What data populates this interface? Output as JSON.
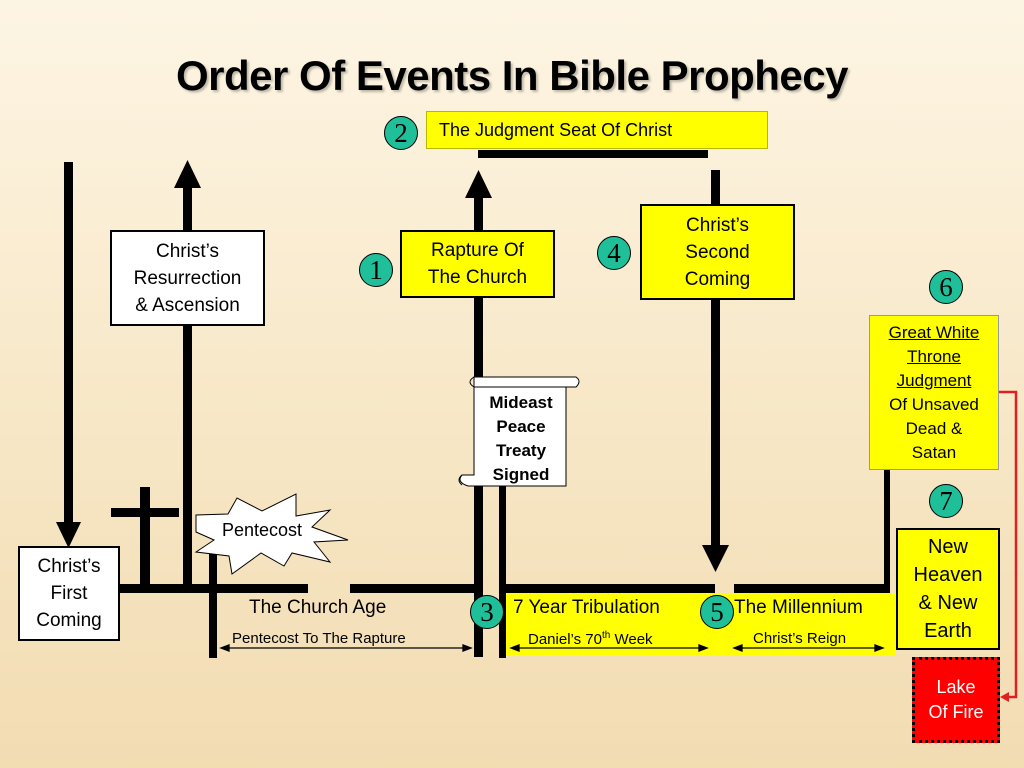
{
  "title": "Order Of Events In Bible Prophecy",
  "numbers": [
    "1",
    "2",
    "3",
    "4",
    "5",
    "6",
    "7"
  ],
  "events": {
    "first_coming": [
      "Christ’s",
      "First",
      "Coming"
    ],
    "resurrection": [
      "Christ’s",
      "Resurrection",
      "& Ascension"
    ],
    "judgment_seat": "The Judgment Seat Of Christ",
    "rapture": [
      "Rapture Of",
      "The Church"
    ],
    "second_coming": [
      "Christ’s",
      "Second",
      "Coming"
    ],
    "peace_treaty": [
      "Mideast",
      "Peace",
      "Treaty",
      "Signed"
    ],
    "pentecost": "Pentecost",
    "great_white_throne": [
      "Great White",
      "Throne",
      "Judgment",
      "Of Unsaved",
      "Dead &",
      "Satan"
    ],
    "new_heaven": [
      "New",
      "Heaven",
      "& New",
      "Earth"
    ],
    "lake_of_fire": [
      "Lake",
      "Of Fire"
    ]
  },
  "periods": {
    "church_age": "The Church Age",
    "church_age_sub": "Pentecost To The Rapture",
    "tribulation": "7 Year Tribulation",
    "tribulation_sub_pre": "Daniel’s 70",
    "tribulation_sub_sup": "th",
    "tribulation_sub_post": " Week",
    "millennium": "The Millennium",
    "millennium_sub": "Christ’s Reign"
  },
  "colors": {
    "highlight": "#ffff00",
    "number_badge": "#1fbf9a",
    "lake_of_fire": "#ff0000",
    "connector": "#e02020"
  }
}
